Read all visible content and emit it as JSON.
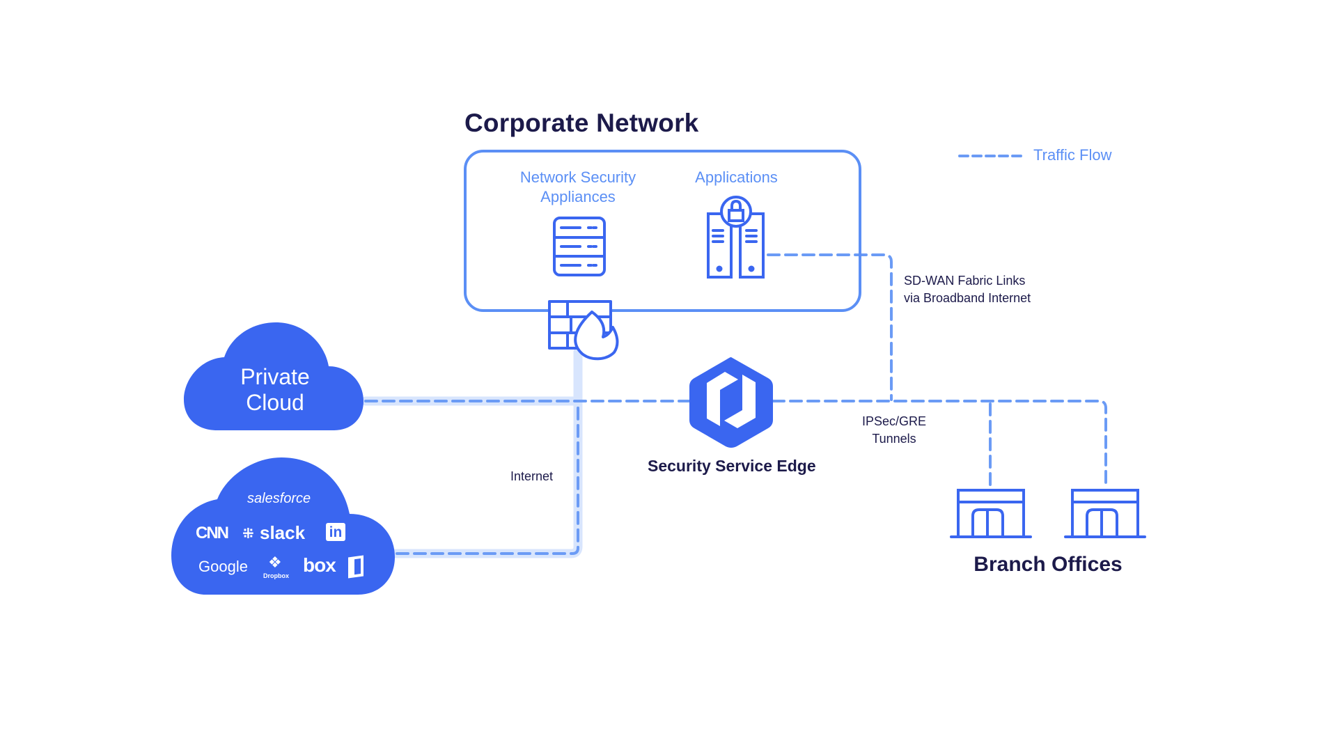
{
  "colors": {
    "primary": "#3a66f0",
    "line": "#6b9bf5",
    "halo": "#d8e5fd",
    "box_border": "#5b8ff5",
    "text_dark": "#1c1a4a",
    "text_light_blue": "#5b8ff5"
  },
  "title": "Corporate Network",
  "legend": {
    "icon": "dashed-line",
    "label": "Traffic Flow"
  },
  "corporate_network": {
    "network_security": {
      "label_line1": "Network Security",
      "label_line2": "Appliances",
      "icon": "server-rack-icon"
    },
    "applications": {
      "label": "Applications",
      "icon": "locked-servers-icon"
    },
    "firewall_icon": "firewall-icon"
  },
  "private_cloud": {
    "line1": "Private",
    "line2": "Cloud"
  },
  "saas_cloud": {
    "logos": [
      "salesforce",
      "CNN",
      "slack",
      "in",
      "Google",
      "Dropbox",
      "box",
      "Office"
    ]
  },
  "sse": {
    "label": "Security Service Edge",
    "icon": "sse-hexagon-logo"
  },
  "labels": {
    "internet": "Internet",
    "sdwan_line1": "SD-WAN Fabric Links",
    "sdwan_line2": "via Broadband Internet",
    "ipsec_line1": "IPSec/GRE",
    "ipsec_line2": "Tunnels"
  },
  "branch_offices": {
    "label": "Branch Offices",
    "count": 2,
    "icon": "building-icon"
  }
}
